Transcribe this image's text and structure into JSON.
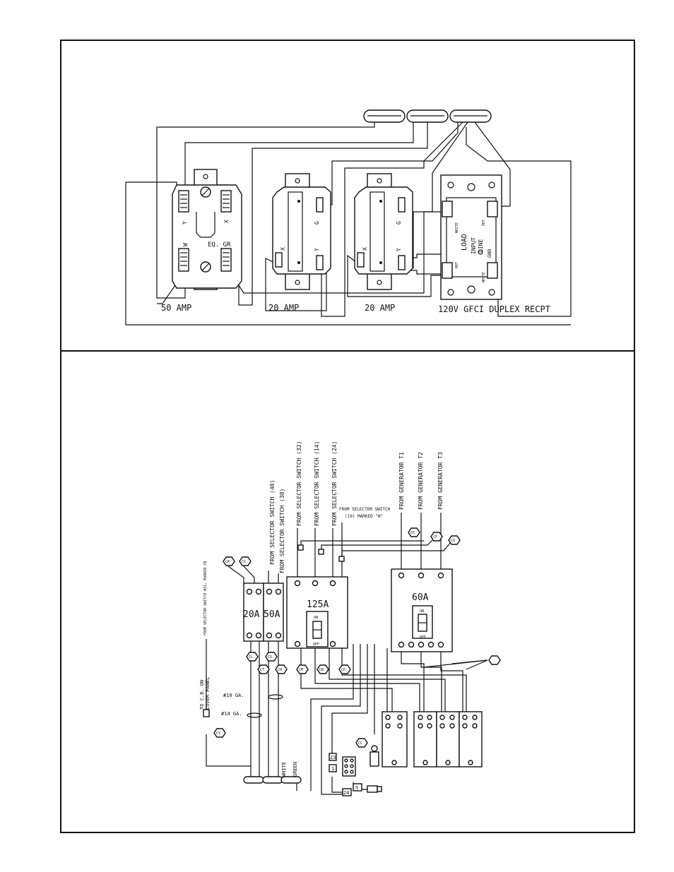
{
  "outlet_diagram": {
    "labels": {
      "amp50": "50 AMP",
      "amp20a": "20 AMP",
      "amp20b": "20 AMP",
      "gfci": "120V GFCI DUPLEX RECPT"
    },
    "r50_terms": {
      "y": "Y",
      "x": "X",
      "w": "W",
      "eqgr": "EQ. GR"
    },
    "r20_terms": {
      "g": "G",
      "x": "X",
      "y": "Y"
    },
    "gfci_terms": {
      "load": "LOAD",
      "input": "INPUT",
      "line": "LINE",
      "gnd": "GND",
      "hot": "HOT",
      "white": "WHITE"
    }
  },
  "breaker_diagram": {
    "breakers": {
      "b20": "20A",
      "b50": "50A",
      "b125": "125A",
      "b60": "60A"
    },
    "switch_labels": {
      "on": "ON",
      "off": "OFF"
    },
    "wires": {
      "sel40": "FROM SELECTOR SWITCH (40)",
      "sel38": "FROM SELECTOR SWITCH (38)",
      "sel32": "FROM SELECTOR SWITCH (32)",
      "sel14": "FROM SELECTOR SWITCH (14)",
      "sel24": "FROM SELECTOR SWITCH (24)",
      "sel19_a": "FROM SELECTOR SWITCH",
      "sel19_b": "(19) MARKED \"N\"",
      "gen_t1": "FROM GENERATOR T1",
      "gen_t2": "FROM GENERATOR T2",
      "gen_t3": "FROM GENERATOR T3",
      "sel31": "FROM SELECTOR SWITCH #31, MARKED CB",
      "cover_a": "TO C.B. ON",
      "cover_b": "COVER PANEL",
      "ga10": "#10 GA.",
      "ga14": "#14 GA.",
      "white": "WHITE",
      "green": "GREEN"
    },
    "tags": [
      "CK",
      "CG",
      "CE",
      "CF",
      "CQ",
      "CL",
      "CT",
      "CS",
      "CH",
      "CM",
      "CN",
      "CP",
      "CV",
      "CC"
    ],
    "tag_numbers": {
      "n23": "23",
      "n24": "24",
      "n5": "5",
      "n1": "1"
    }
  }
}
